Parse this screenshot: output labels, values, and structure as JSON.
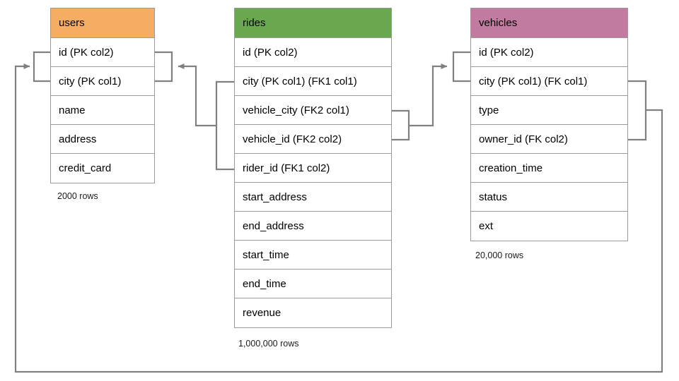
{
  "diagram": {
    "title": "database-schema-er-diagram",
    "background": "#ffffff",
    "line_color": "#808080",
    "border_color": "#9a9a9a"
  },
  "entities": [
    {
      "key": "users",
      "name": "users",
      "header_color": "#F5AC63",
      "row_count_label": "2000 rows",
      "fields": [
        {
          "label": "id (PK col2)"
        },
        {
          "label": "city (PK col1)"
        },
        {
          "label": "name"
        },
        {
          "label": "address"
        },
        {
          "label": "credit_card"
        }
      ]
    },
    {
      "key": "rides",
      "name": "rides",
      "header_color": "#6AA84F",
      "row_count_label": "1,000,000 rows",
      "fields": [
        {
          "label": "id (PK col2)"
        },
        {
          "label": "city (PK col1) (FK1 col1)"
        },
        {
          "label": "vehicle_city (FK2 col1)"
        },
        {
          "label": "vehicle_id (FK2 col2)"
        },
        {
          "label": "rider_id (FK1 col2)"
        },
        {
          "label": "start_address"
        },
        {
          "label": "end_address"
        },
        {
          "label": "start_time"
        },
        {
          "label": "end_time"
        },
        {
          "label": "revenue"
        }
      ]
    },
    {
      "key": "vehicles",
      "name": "vehicles",
      "header_color": "#C27BA0",
      "row_count_label": "20,000 rows",
      "fields": [
        {
          "label": "id (PK col2)"
        },
        {
          "label": "city (PK col1) (FK col1)"
        },
        {
          "label": "type"
        },
        {
          "label": "owner_id (FK col2)"
        },
        {
          "label": "creation_time"
        },
        {
          "label": "status"
        },
        {
          "label": "ext"
        }
      ]
    }
  ],
  "relationships": [
    {
      "key": "rides-to-users",
      "from": "rides.city + rides.rider_id",
      "to": "users.id + users.city",
      "arrow": "into-users"
    },
    {
      "key": "rides-to-vehicles",
      "from": "rides.vehicle_city + rides.vehicle_id",
      "to": "vehicles.id + vehicles.city",
      "arrow": "into-vehicles"
    },
    {
      "key": "vehicles-to-users",
      "from": "vehicles.city + vehicles.owner_id",
      "to": "users.id + users.city",
      "arrow": "into-users"
    }
  ]
}
